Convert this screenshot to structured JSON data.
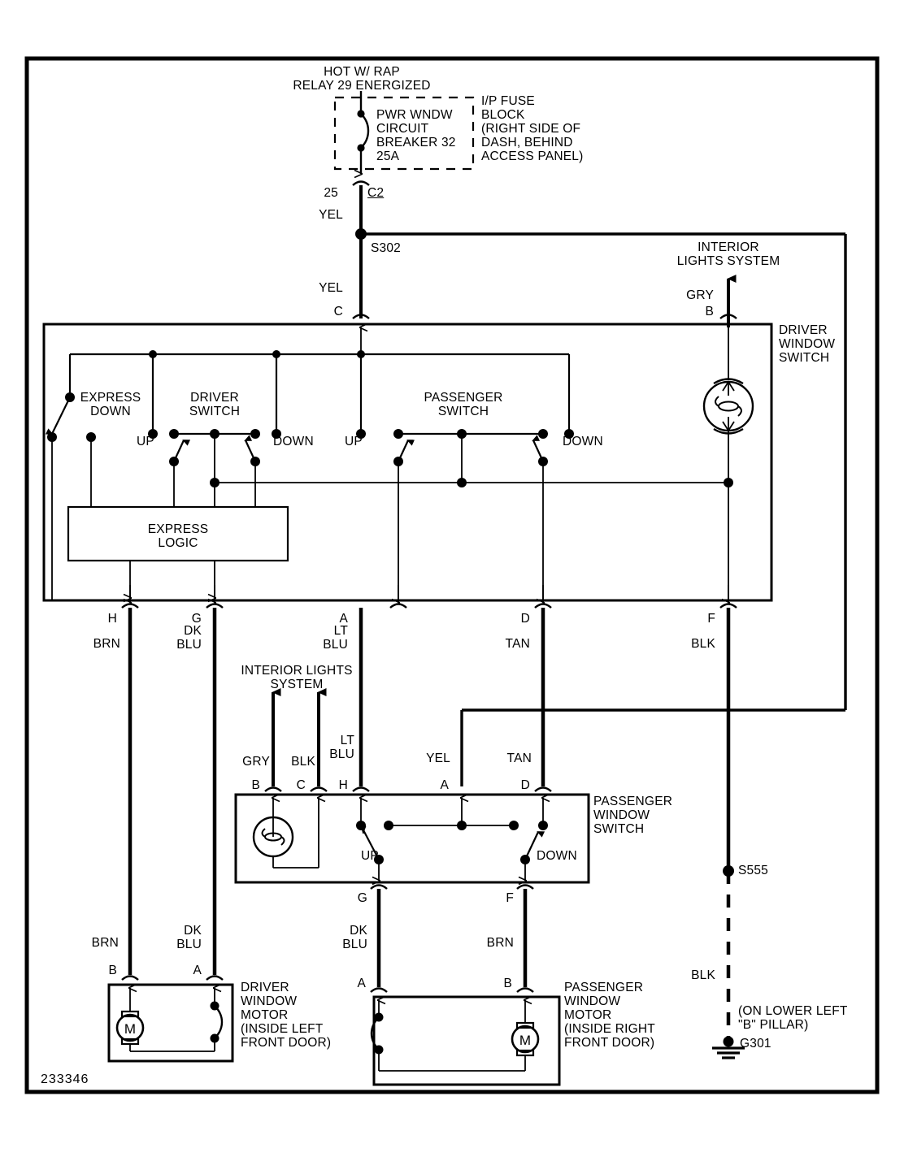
{
  "diagram": {
    "title_top": "HOT W/ RAP\nRELAY 29 ENERGIZED",
    "figure_id": "233346"
  },
  "fuse_block": {
    "component": "PWR WNDW\nCIRCUIT\nBREAKER 32\n25A",
    "note": "I/P FUSE\nBLOCK\n(RIGHT SIDE OF\nDASH, BEHIND\nACCESS PANEL)"
  },
  "connectors": {
    "c2_circuit": "25",
    "c2_label": "C2"
  },
  "splices": {
    "s302": "S302",
    "s555": "S555"
  },
  "grounds": {
    "g301_label": "G301",
    "g301_note": "(ON LOWER LEFT\n\"B\" PILLAR)"
  },
  "driver_window_switch": {
    "name": "DRIVER\nWINDOW\nSWITCH",
    "express_down": "EXPRESS\nDOWN",
    "driver_switch": "DRIVER\nSWITCH",
    "passenger_switch": "PASSENGER\nSWITCH",
    "express_logic": "EXPRESS\nLOGIC",
    "driver_up": "UP",
    "driver_down": "DOWN",
    "passenger_up": "UP",
    "passenger_down": "DOWN",
    "interior_lights_system": "INTERIOR\nLIGHTS SYSTEM",
    "pins": [
      {
        "pin": "C",
        "color": "YEL"
      },
      {
        "pin": "B",
        "color": "GRY"
      },
      {
        "pin": "H",
        "color": "BRN"
      },
      {
        "pin": "G",
        "color": "DK\nBLU"
      },
      {
        "pin": "A",
        "color": "LT\nBLU"
      },
      {
        "pin": "D",
        "color": "TAN"
      },
      {
        "pin": "F",
        "color": "BLK"
      }
    ]
  },
  "passenger_window_switch": {
    "name": "PASSENGER\nWINDOW\nSWITCH",
    "interior_lights_system": "INTERIOR LIGHTS\nSYSTEM",
    "up": "UP",
    "down": "DOWN",
    "pins_top": [
      {
        "pin": "B",
        "color": "GRY"
      },
      {
        "pin": "C",
        "color": "BLK"
      },
      {
        "pin": "H",
        "color": "LT\nBLU"
      },
      {
        "pin": "A",
        "color": "YEL"
      },
      {
        "pin": "D",
        "color": "TAN"
      }
    ],
    "pins_bottom": [
      {
        "pin": "G",
        "color": "DK\nBLU"
      },
      {
        "pin": "F",
        "color": "BRN"
      }
    ]
  },
  "driver_window_motor": {
    "name": "DRIVER\nWINDOW\nMOTOR\n(INSIDE LEFT\nFRONT DOOR)",
    "motor_symbol": "M",
    "pins": [
      {
        "pin": "B",
        "color": "BRN"
      },
      {
        "pin": "A",
        "color": "DK\nBLU"
      }
    ]
  },
  "passenger_window_motor": {
    "name": "PASSENGER\nWINDOW\nMOTOR\n(INSIDE RIGHT\nFRONT DOOR)",
    "motor_symbol": "M",
    "pins": [
      {
        "pin": "A",
        "color": "DK\nBLU"
      },
      {
        "pin": "B",
        "color": "BRN"
      }
    ]
  },
  "ground_wire": {
    "color": "BLK"
  },
  "colors": {
    "ink": "#000000",
    "paper": "#ffffff"
  }
}
